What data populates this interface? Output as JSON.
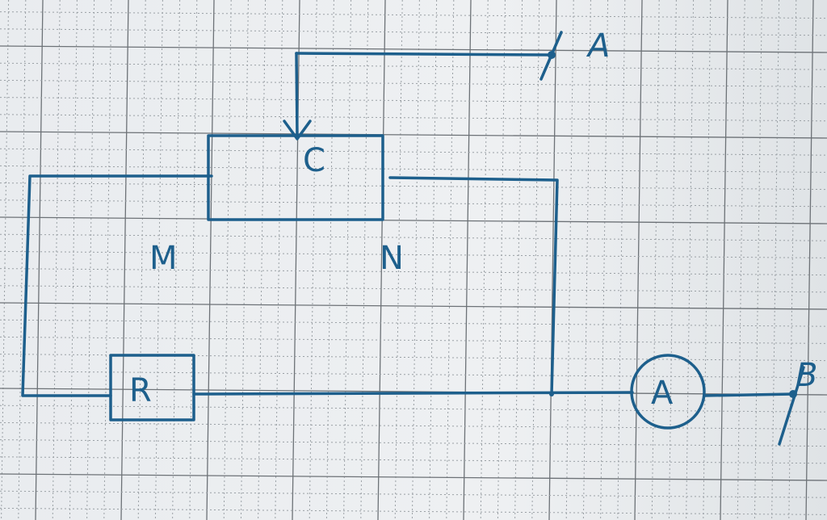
{
  "diagram": {
    "labels": {
      "terminal_a": "A",
      "cursor": "C",
      "point_m": "M",
      "point_n": "N",
      "resistor": "R",
      "ammeter": "A",
      "terminal_b": "B"
    },
    "colors": {
      "ink": "#1d5f8c",
      "paper": "#e9ecef",
      "grid_major": "#6d7277",
      "grid_minor": "#9aa0a5"
    }
  }
}
